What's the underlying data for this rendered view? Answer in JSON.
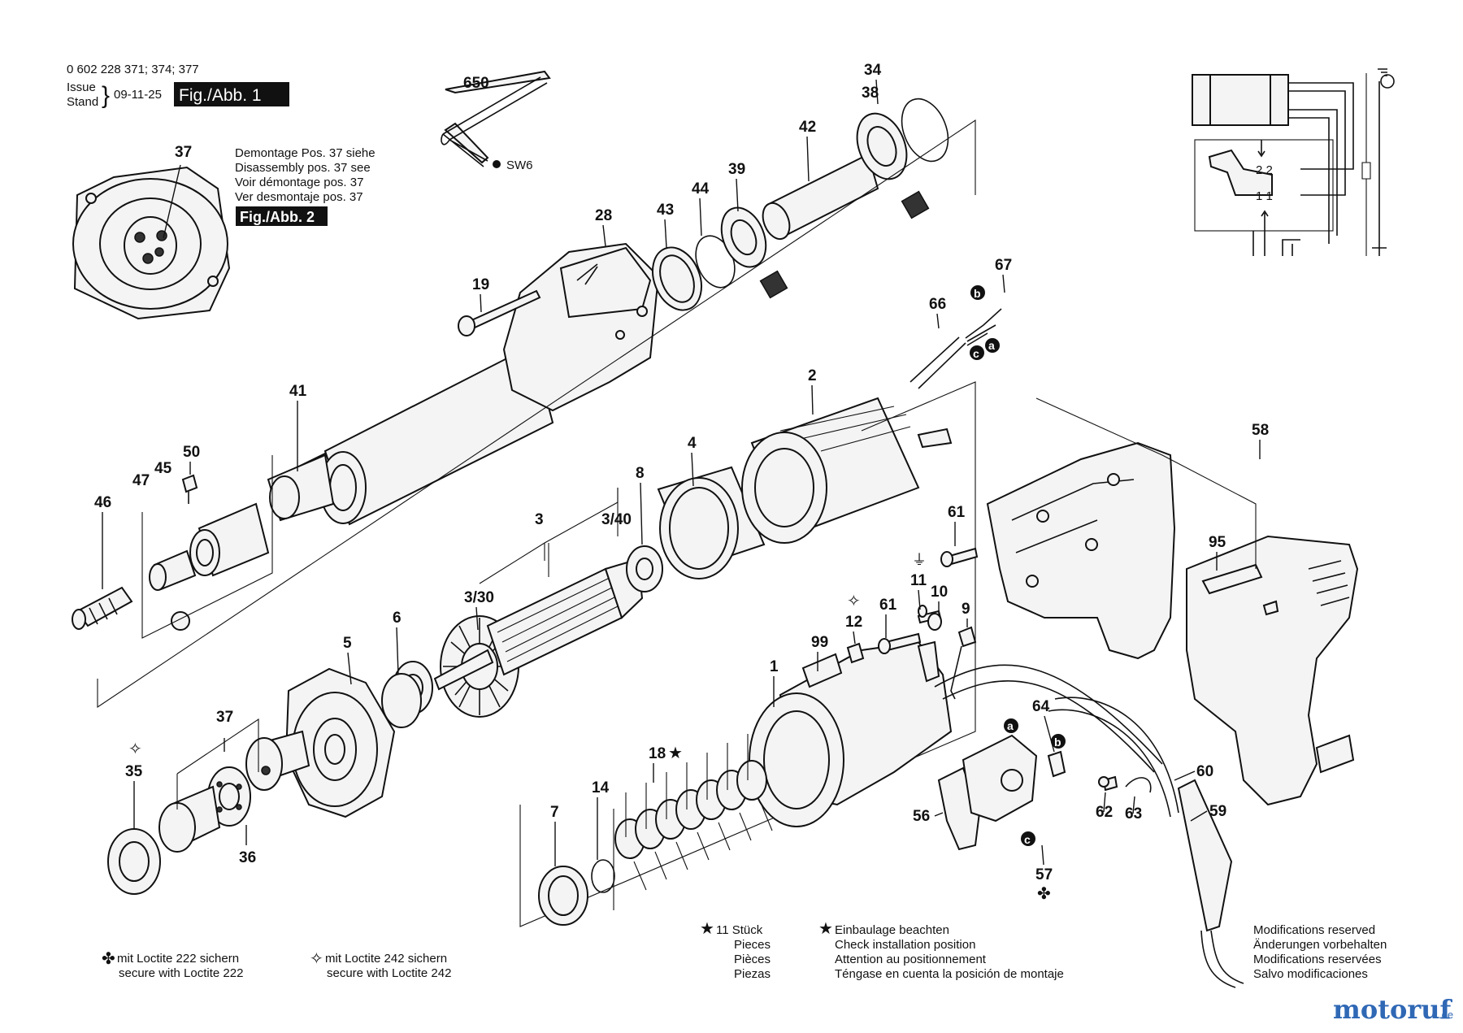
{
  "header": {
    "part_numbers": "0 602 228 371; 374; 377",
    "issue_label": "Issue",
    "stand_label": "Stand",
    "brace": "}",
    "date": "09-11-25",
    "fig_label": "Fig./Abb. 1"
  },
  "inset": {
    "label_37": "37",
    "notes": [
      "Demontage Pos. 37 siehe",
      "Disassembly pos. 37 see",
      "Voir démontage pos. 37",
      "Ver desmontaje pos. 37"
    ],
    "fig2_label": "Fig./Abb. 2"
  },
  "wrench": {
    "label": "650",
    "size": "SW6"
  },
  "part_labels": {
    "p34": "34",
    "p38": "38",
    "p42": "42",
    "p39": "39",
    "p44": "44",
    "p43": "43",
    "p28": "28",
    "p19": "19",
    "p41": "41",
    "p67": "67",
    "p66": "66",
    "p2": "2",
    "p4": "4",
    "p8": "8",
    "p3": "3",
    "p3_40": "3/40",
    "p3_30": "3/30",
    "p50": "50",
    "p45": "45",
    "p47": "47",
    "p46": "46",
    "p6": "6",
    "p5": "5",
    "p37": "37",
    "p35": "35",
    "p36": "36",
    "p58": "58",
    "p61a": "61",
    "p95": "95",
    "p11": "11",
    "p10": "10",
    "p9": "9",
    "p61b": "61",
    "p12": "12",
    "p99": "99",
    "p1": "1",
    "p18": "18",
    "p14": "14",
    "p7": "7",
    "p64": "64",
    "p60": "60",
    "p56": "56",
    "p62": "62",
    "p63": "63",
    "p59": "59",
    "p57": "57"
  },
  "wire_markers": {
    "a": "a",
    "b": "b",
    "c": "c"
  },
  "circuit": {
    "t22": "2 2",
    "t11": "1 1"
  },
  "footer": {
    "loctite222": [
      "mit Loctite 222 sichern",
      "secure with Loctite 222"
    ],
    "loctite242": [
      "mit Loctite 242 sichern",
      "secure with Loctite 242"
    ],
    "pieces": [
      "11 Stück",
      "Pieces",
      "Pièces",
      "Piezas"
    ],
    "installation": [
      "Einbaulage beachten",
      "Check installation position",
      "Attention au positionnement",
      "Téngase en cuenta la posición de montaje"
    ],
    "modifications": [
      "Modifications reserved",
      "Änderungen vorbehalten",
      "Modifications reservées",
      "Salvo modificaciones"
    ]
  },
  "watermark": {
    "brand": "motoruf",
    "tld": ".de"
  },
  "colors": {
    "ink": "#111111",
    "paper": "#ffffff",
    "watermark_blue": "#2f68b5",
    "watermark_orange": "#e58a1f"
  }
}
